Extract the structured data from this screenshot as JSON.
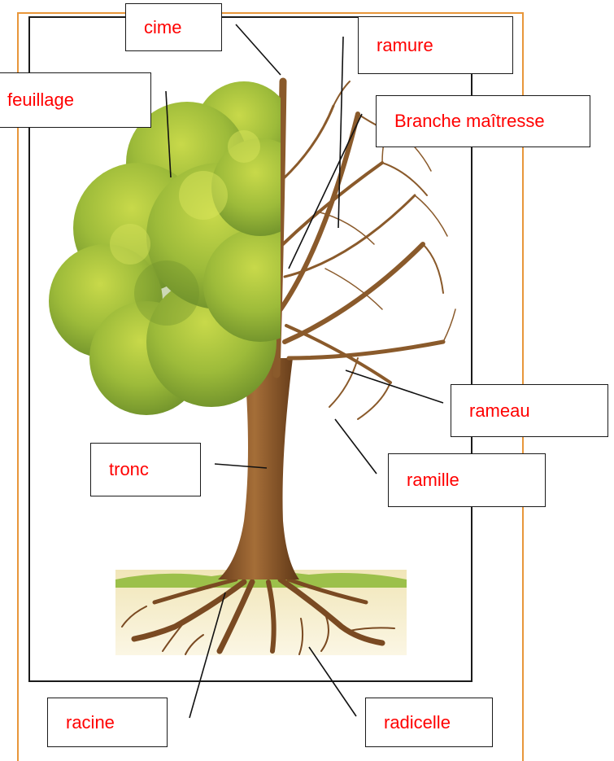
{
  "labels": {
    "cime": "cime",
    "ramure": "ramure",
    "feuillage": "feuillage",
    "branche_maitresse": "Branche maîtresse",
    "rameau": "rameau",
    "tronc": "tronc",
    "ramille": "ramille",
    "racine": "racine",
    "radicelle": "radicelle"
  },
  "colors": {
    "label_text": "#ff0000",
    "frame_outer": "#e8963a",
    "frame_inner": "#1a1a1a",
    "foliage": "#8fb339",
    "trunk": "#8a5a2b",
    "soil": "#efe3b4"
  }
}
